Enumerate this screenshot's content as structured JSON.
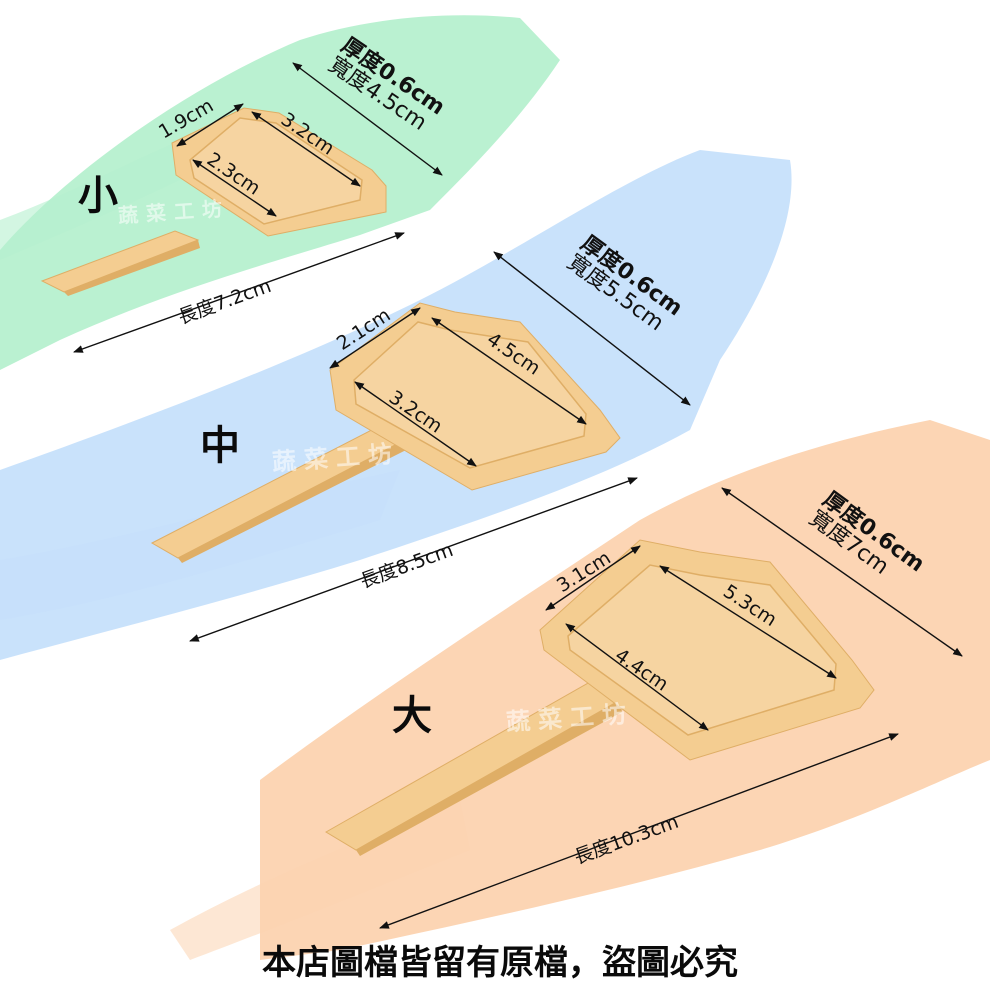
{
  "colors": {
    "stroke_small": "#b6f0cf",
    "stroke_medium": "#c6e0fb",
    "stroke_large": "#fcd3b0",
    "plastic": "#f4cd91",
    "plastic_edge": "#dfae66",
    "plastic_face": "#f6d4a1",
    "text": "#111111"
  },
  "watermark": "蔬菜工坊",
  "notice": "本店圖檔皆留有原檔，盜圖必究",
  "labels": [
    {
      "size": "小",
      "thickness": "厚度0.6cm",
      "width": "寬度4.5cm",
      "length": "長度7.2cm",
      "face_height": "1.9cm",
      "face_top_width": "3.2cm",
      "face_inner_width": "2.3cm"
    },
    {
      "size": "中",
      "thickness": "厚度0.6cm",
      "width": "寬度5.5cm",
      "length": "長度8.5cm",
      "face_height": "2.1cm",
      "face_top_width": "4.5cm",
      "face_inner_width": "3.2cm"
    },
    {
      "size": "大",
      "thickness": "厚度0.6cm",
      "width": "寬度7cm",
      "length": "長度10.3cm",
      "face_height": "3.1cm",
      "face_top_width": "5.3cm",
      "face_inner_width": "4.4cm"
    }
  ]
}
